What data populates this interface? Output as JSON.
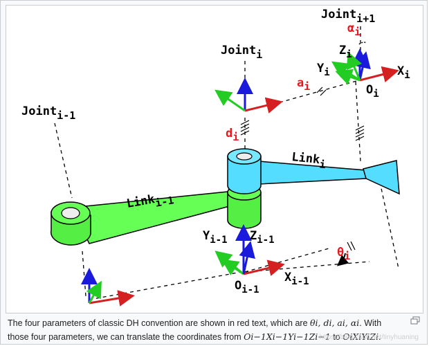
{
  "diagram": {
    "joint_prev": "Joint",
    "joint_prev_sub": "i-1",
    "joint_cur": "Joint",
    "joint_cur_sub": "i",
    "joint_next": "Joint",
    "joint_next_sub": "i+1",
    "link_prev": "Link",
    "link_prev_sub": "i-1",
    "link_cur": "Link",
    "link_cur_sub": "i",
    "param_alpha": "α",
    "param_alpha_sub": "i",
    "param_a": "a",
    "param_a_sub": "i",
    "param_d": "d",
    "param_d_sub": "i",
    "param_theta": "θ",
    "param_theta_sub": "i",
    "axis_Z": "Z",
    "axis_Y": "Y",
    "axis_X": "X",
    "axis_O": "O",
    "sub_i": "i",
    "sub_im1": "i-1",
    "colors": {
      "red_text": "#e8181e",
      "link_green": "#66ff55",
      "link_cyan": "#55ddff",
      "z_blue": "#1a1adc",
      "x_red": "#d42020",
      "y_green": "#22cc22"
    }
  },
  "caption": {
    "part1": "The four parameters of classic DH convention are shown in red text, which are ",
    "math1": "θi, di, ai, αi",
    "part2": ". With those four parameters, we can translate the coordinates from ",
    "math2": "Oi−1Xi−1Yi−1Zi−1",
    "part3": " to ",
    "math3": "OiXiYiZi",
    "part4": "."
  },
  "enlarge_icon": "enlarge-icon",
  "watermark": "https://blog.csdn.net/tinyhuaning"
}
